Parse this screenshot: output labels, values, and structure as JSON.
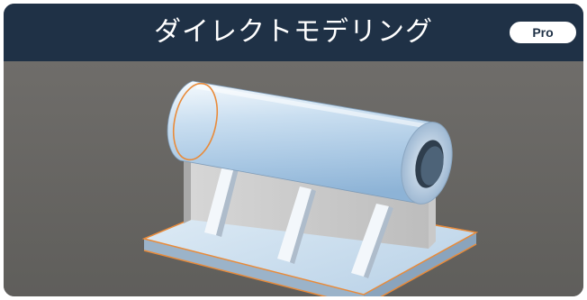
{
  "header": {
    "title": "ダイレクトモデリング",
    "badge": "Pro"
  },
  "colors": {
    "header_bg": "#1f3146",
    "viewport_bg": "#6e6c69",
    "selection_edge": "#e98b3a",
    "model_face": "#dce9f3"
  },
  "viewport": {
    "model": "pipe-support-bracket"
  }
}
